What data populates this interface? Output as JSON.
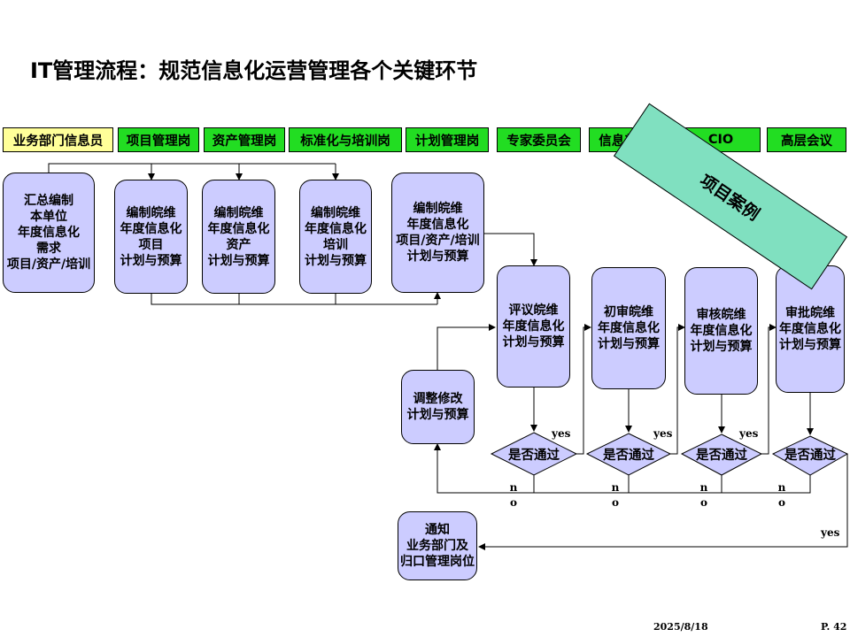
{
  "title": "IT管理流程：规范信息化运营管理各个关键环节",
  "roles": [
    "业务部门信息员",
    "项目管理岗",
    "资产管理岗",
    "标准化与培训岗",
    "计划管理岗",
    "专家委员会",
    "信息部部长",
    "CIO",
    "高层会议"
  ],
  "boxes": {
    "summary": "汇总编制\n本单位\n年度信息化\n需求\n项目/资产/培训",
    "project": "编制皖维\n年度信息化\n项目\n计划与预算",
    "asset": "编制皖维\n年度信息化\n资产\n计划与预算",
    "training": "编制皖维\n年度信息化\n培训\n计划与预算",
    "plan": "编制皖维\n年度信息化\n项目/资产/培训\n计划与预算",
    "review": "评议皖维\n年度信息化\n计划与预算",
    "prelim": "初审皖维\n年度信息化\n计划与预算",
    "audit": "审核皖维\n年度信息化\n计划与预算",
    "approve": "审批皖维\n年度信息化\n计划与预算",
    "adjust": "调整修改\n计划与预算",
    "notify": "通知\n业务部门及\n归口管理岗位"
  },
  "decision_label": "是否通过",
  "yes_label": "yes",
  "no_label": "n\no",
  "banner_text": "项目案例",
  "footer": {
    "date": "2025/8/18",
    "page": "P. 42"
  }
}
